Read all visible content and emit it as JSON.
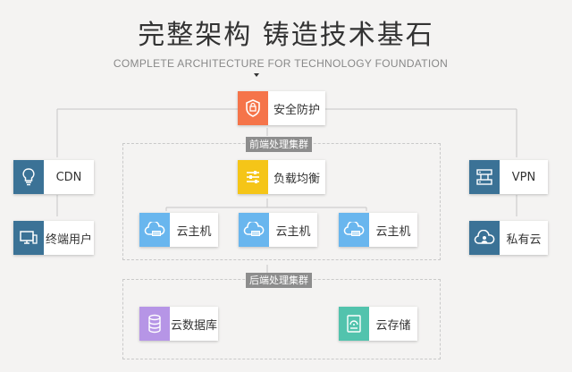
{
  "header": {
    "title": "完整架构 铸造技术基石",
    "subtitle": "COMPLETE ARCHITECTURE FOR TECHNOLOGY FOUNDATION"
  },
  "clusters": {
    "frontend_label": "前端处理集群",
    "backend_label": "后端处理集群"
  },
  "nodes": {
    "security": "安全防护",
    "load_balancer": "负载均衡",
    "cloud_host_1": "云主机",
    "cloud_host_2": "云主机",
    "cloud_host_3": "云主机",
    "cdn": "CDN",
    "end_user": "终端用户",
    "vpn": "VPN",
    "private_cloud": "私有云",
    "cloud_database": "云数据库",
    "cloud_storage": "云存储"
  },
  "colors": {
    "security": "#f5744a",
    "load_balancer": "#f5c518",
    "side": "#3b7296",
    "cloud_host": "#69b6ee",
    "database": "#b695e6",
    "storage": "#52c3ad"
  },
  "icons": {
    "security": "shield-icon",
    "load_balancer": "sliders-icon",
    "cloud_host": "cloud-server-icon",
    "cdn": "lightbulb-icon",
    "end_user": "monitor-icon",
    "vpn": "network-icon",
    "private_cloud": "cloud-user-icon",
    "cloud_database": "database-icon",
    "cloud_storage": "storage-icon"
  }
}
